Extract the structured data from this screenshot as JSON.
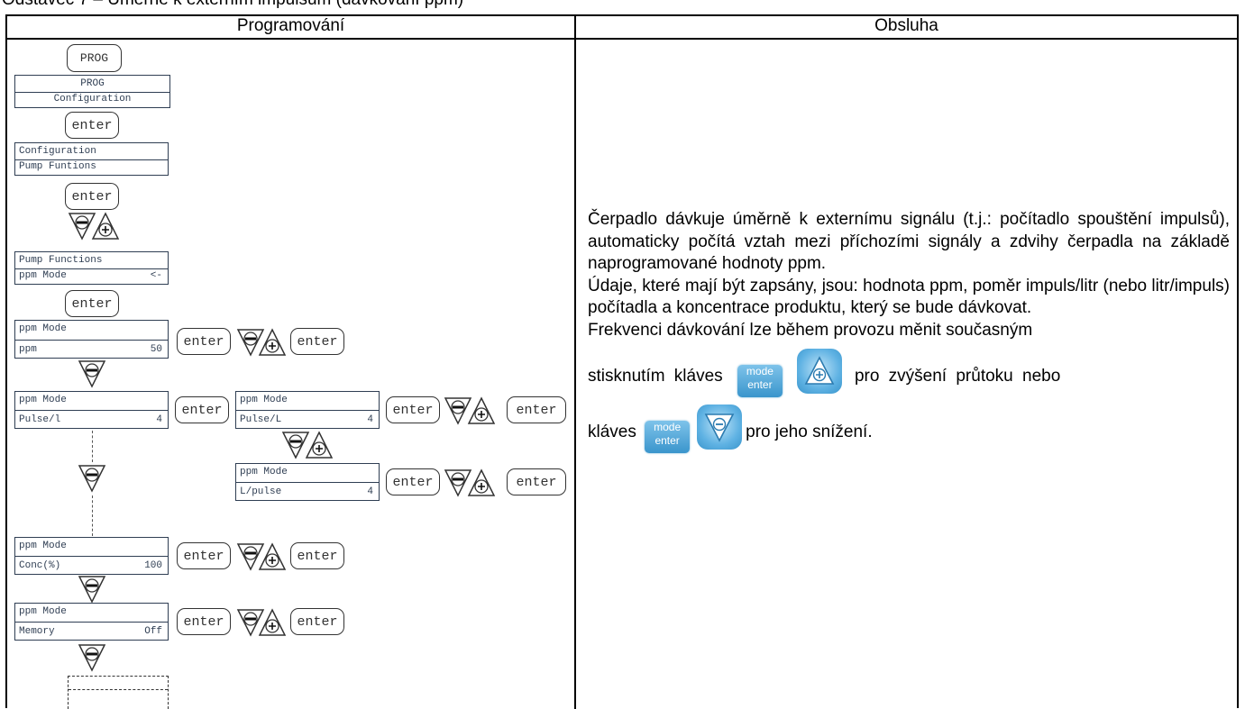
{
  "section_title": "Odstavec 7 – Úměrně k externím impulsům (dávkování ppm)",
  "table": {
    "col_left_header": "Programování",
    "col_right_header": "Obsluha"
  },
  "keys": {
    "prog": "PROG",
    "enter": "enter"
  },
  "screens": {
    "prog_config": {
      "line1": "PROG",
      "line2": "Configuration"
    },
    "config_pump": {
      "line1": "Configuration",
      "line2": "Pump Funtions"
    },
    "pump_ppm": {
      "line1": "Pump Functions",
      "line2_left": "ppm Mode",
      "line2_right": "<-"
    },
    "ppm_value": {
      "line1": "ppm Mode",
      "line2_left": "ppm",
      "line2_right": "50"
    },
    "pulse_l": {
      "line1": "ppm Mode",
      "line2_left": "Pulse/l",
      "line2_right": "4"
    },
    "pulse_L_edit": {
      "line1": "ppm Mode",
      "line2_left": "Pulse/L",
      "line2_right": "4"
    },
    "l_pulse_edit": {
      "line1": "ppm Mode",
      "line2_left": "L/pulse",
      "line2_right": "4"
    },
    "conc": {
      "line1": "ppm Mode",
      "line2_left": "Conc(%)",
      "line2_right": "100"
    },
    "memory": {
      "line1": "ppm Mode",
      "line2_left": "Memory",
      "line2_right": "Off"
    }
  },
  "description": {
    "p1": "Čerpadlo dávkuje úměrně k externímu signálu (t.j.: počítadlo spouštění impulsů), automaticky počítá vztah mezi příchozími signály a zdvihy čerpadla na základě naprogramované hodnoty ppm.",
    "p2": "Údaje, které mají být zapsány, jsou: hodnota ppm, poměr impuls/litr (nebo litr/impuls) počítadla a koncentrace produktu, který se bude dávkovat.",
    "p3": "Frekvenci dávkování lze během provozu měnit současným",
    "p4a": "stisknutím kláves",
    "p4b": "pro zvýšení průtoku nebo",
    "p5a": "kláves",
    "p5b": "pro jeho snížení.",
    "mode_icon_top": "mode",
    "mode_icon_bottom": "enter"
  },
  "icons": {
    "minus_key": "down-triangle-minus-icon",
    "plus_key": "up-triangle-plus-icon"
  },
  "colors": {
    "lcd_text": "#2f3e53",
    "icon_blue": "#3a95cc"
  }
}
